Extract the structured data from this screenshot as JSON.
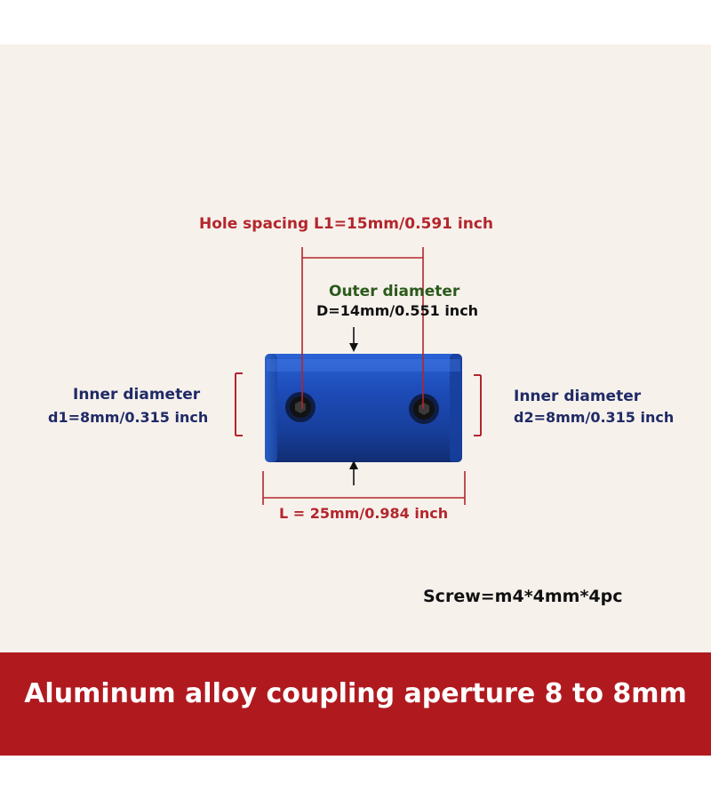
{
  "labels": {
    "hole_spacing": "Hole spacing L1=15mm/0.591 inch",
    "outer_diameter_line1": "Outer diameter",
    "outer_diameter_line2": "D=14mm/0.551 inch",
    "inner_left_line1": "Inner diameter",
    "inner_left_line2": "d1=8mm/0.315 inch",
    "inner_right_line1": "Inner diameter",
    "inner_right_line2": "d2=8mm/0.315 inch",
    "length": "L = 25mm/0.984 inch",
    "screw": "Screw=m4*4mm*4pc"
  },
  "banner": {
    "title": "Aluminum alloy coupling aperture 8 to 8mm"
  },
  "colors": {
    "background": "#f7f1ec",
    "dimension_red": "#b3262c",
    "outer_green": "#2c5a1c",
    "inner_navy": "#1f2a66",
    "coupling_blue": "#1f4fb8",
    "banner_red": "#b01a1f"
  }
}
